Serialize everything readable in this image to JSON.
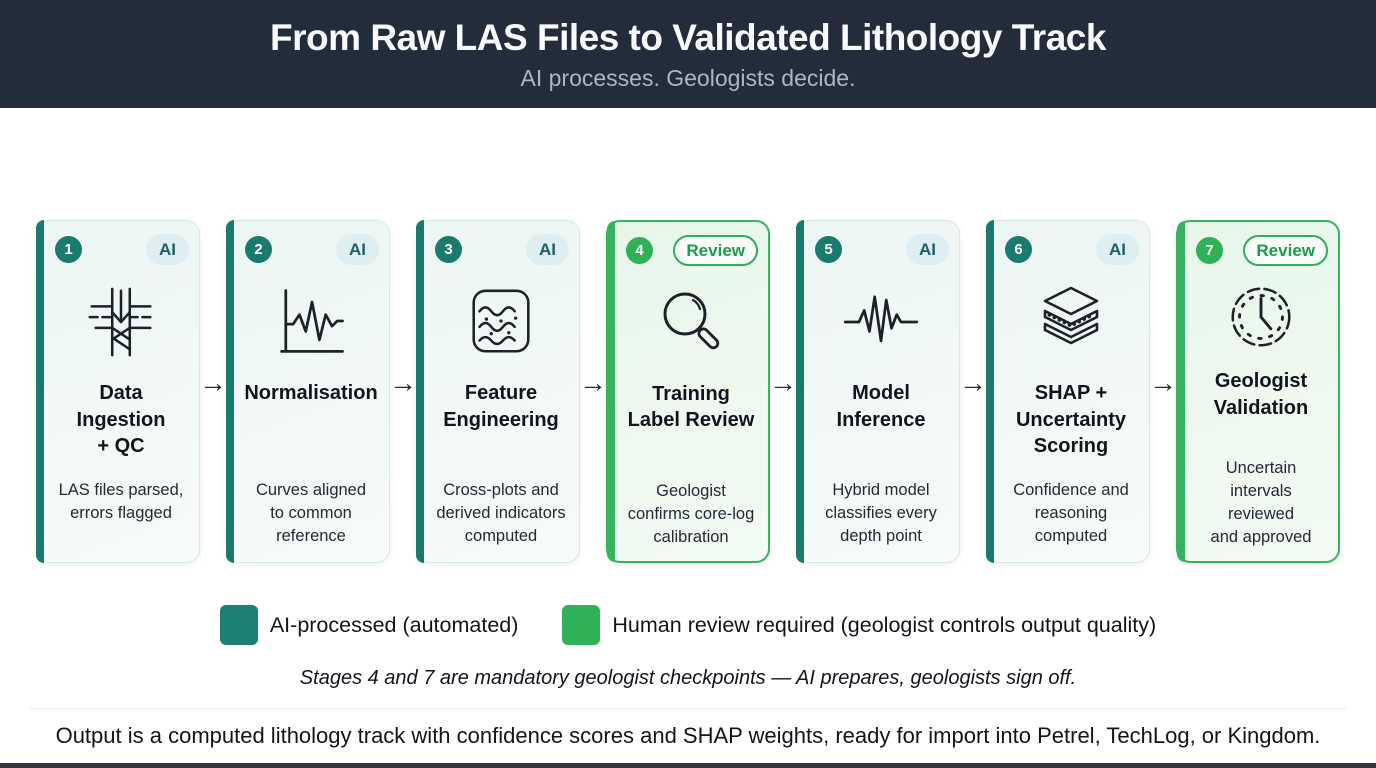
{
  "header": {
    "title": "From Raw LAS Files to Validated Lithology Track",
    "subtitle": "AI processes. Geologists decide."
  },
  "flow": {
    "arrow": "→"
  },
  "stages": [
    {
      "number": "1",
      "badge": "AI",
      "type": "ai",
      "icon": "well-log-download-icon",
      "title": "Data\nIngestion\n+ QC",
      "description": "LAS files parsed,\nerrors flagged"
    },
    {
      "number": "2",
      "badge": "AI",
      "type": "ai",
      "icon": "log-curve-chart-icon",
      "title": "Normalisation",
      "description": "Curves aligned\nto common\nreference"
    },
    {
      "number": "3",
      "badge": "AI",
      "type": "ai",
      "icon": "strata-layers-icon",
      "title": "Feature\nEngineering",
      "description": "Cross-plots and\nderived indicators\ncomputed"
    },
    {
      "number": "4",
      "badge": "Review",
      "type": "review",
      "icon": "magnifier-icon",
      "title": "Training\nLabel Review",
      "description": "Geologist\nconfirms core-log\ncalibration"
    },
    {
      "number": "5",
      "badge": "AI",
      "type": "ai",
      "icon": "waveform-icon",
      "title": "Model\nInference",
      "description": "Hybrid model\nclassifies every\ndepth point"
    },
    {
      "number": "6",
      "badge": "AI",
      "type": "ai",
      "icon": "stacked-layers-icon",
      "title": "SHAP +\nUncertainty\nScoring",
      "description": "Confidence and\nreasoning\ncomputed"
    },
    {
      "number": "7",
      "badge": "Review",
      "type": "review",
      "icon": "clock-icon",
      "title": "Geologist\nValidation",
      "description": "Uncertain\nintervals\nreviewed\nand approved"
    }
  ],
  "legend": [
    {
      "label": "AI-processed (automated)",
      "color": "#1b7f72"
    },
    {
      "label": "Human review required (geologist controls output quality)",
      "color": "#2eb157"
    }
  ],
  "note": "Stages 4 and 7 are mandatory geologist checkpoints — AI prepares, geologists sign off.",
  "footer": "Output is a computed lithology track with confidence scores and SHAP weights, ready for import into Petrel, TechLog, or Kingdom.",
  "colors": {
    "header_bg": "#222c3a",
    "ai_accent": "#1a7a6e",
    "review_accent": "#2eb157",
    "ai_badge_bg": "#dfeef1",
    "ai_badge_text": "#1c5f6b",
    "review_badge_text": "#1d9a4e"
  }
}
